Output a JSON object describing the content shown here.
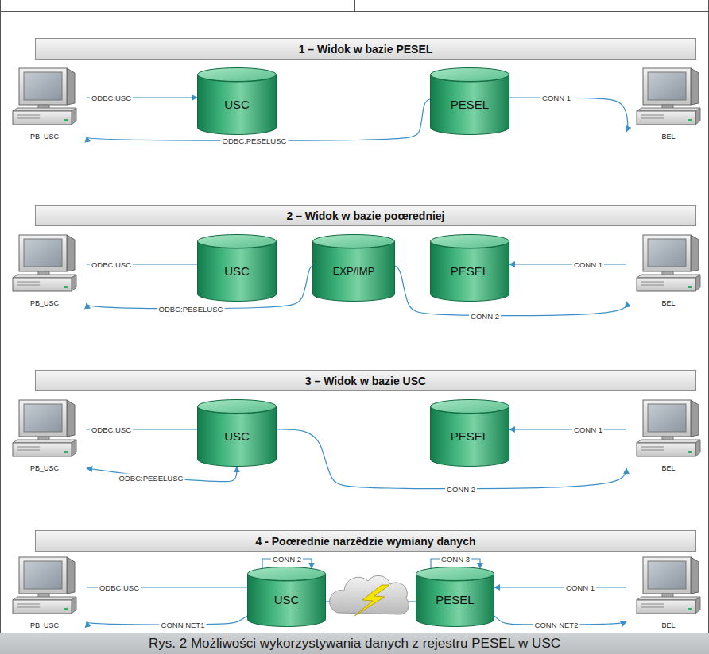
{
  "diagram": {
    "caption": "Rys. 2 Możliwości wykorzystywania danych z rejestru PESEL w USC",
    "nodes": [
      {
        "text": [
          "1 – Widok w bazie PESEL"
        ]
      },
      {
        "text": [
          "PB_USC"
        ]
      },
      {
        "text": [
          "USC"
        ]
      },
      {
        "text": [
          "PESEL"
        ]
      },
      {
        "text": [
          "BEL"
        ]
      },
      {
        "text": [
          "2 – Widok w bazie poœredniej"
        ]
      },
      {
        "text": [
          "PB_USC"
        ]
      },
      {
        "text": [
          "USC"
        ]
      },
      {
        "text": [
          "EXP/IMP"
        ]
      },
      {
        "text": [
          "PESEL"
        ]
      },
      {
        "text": [
          "BEL"
        ]
      },
      {
        "text": [
          "3 – Widok w bazie USC"
        ]
      },
      {
        "text": [
          "PB_USC"
        ]
      },
      {
        "text": [
          "USC"
        ]
      },
      {
        "text": [
          "PESEL"
        ]
      },
      {
        "text": [
          "BEL"
        ]
      },
      {
        "text": [
          "4 - Poœrednie narzêdzie wymiany danych"
        ]
      },
      {
        "text": [
          "PB_USC"
        ]
      },
      {
        "text": [
          "USC"
        ]
      },
      {
        "text": [
          "PESEL"
        ]
      },
      {
        "text": [
          "BEL"
        ]
      }
    ],
    "edges": [
      {
        "from": 1,
        "to": 2,
        "arrow": "to",
        "label": "ODBC:USC"
      },
      {
        "from": 3,
        "to": 1,
        "arrow": "to",
        "label": "ODBC:PESELUSC"
      },
      {
        "from": 3,
        "to": 4,
        "arrow": "to",
        "label": "CONN 1"
      },
      {
        "from": 6,
        "to": 7,
        "arrow": "none",
        "label": "ODBC:USC"
      },
      {
        "from": 8,
        "to": 6,
        "arrow": "to",
        "label": "ODBC:PESELUSC"
      },
      {
        "from": 8,
        "to": 10,
        "arrow": "to",
        "label": "CONN 2"
      },
      {
        "from": 10,
        "to": 9,
        "arrow": "to",
        "label": "CONN 1"
      },
      {
        "from": 12,
        "to": 13,
        "arrow": "none",
        "label": "ODBC:USC"
      },
      {
        "from": 12,
        "to": 13,
        "arrow": "both",
        "label": "ODBC:PESELUSC"
      },
      {
        "from": 13,
        "to": 15,
        "arrow": "to",
        "label": "CONN 2"
      },
      {
        "from": 15,
        "to": 14,
        "arrow": "to",
        "label": "CONN 1"
      },
      {
        "from": 17,
        "to": 18,
        "arrow": "none",
        "label": "ODBC:USC"
      },
      {
        "from": 18,
        "to": 17,
        "arrow": "to",
        "label": "CONN NET1"
      },
      {
        "from": 20,
        "to": 19,
        "arrow": "to",
        "label": "CONN 1"
      },
      {
        "from": 19,
        "to": 20,
        "arrow": "to",
        "label": "CONN NET2"
      }
    ],
    "labels": [
      "CONN 2",
      "CONN 3"
    ]
  }
}
